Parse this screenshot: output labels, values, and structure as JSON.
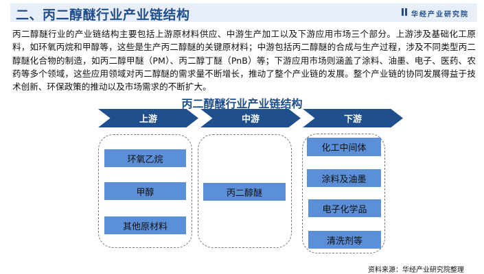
{
  "header": {
    "title": "二、丙二醇醚行业产业链结构",
    "brand": "华经产业研究院"
  },
  "intro": "丙二醇醚行业的产业链结构主要包括上游原材料供应、中游生产加工以及下游应用市场三个部分。上游涉及基础化工原料，如环氧丙烷和甲醇等，这些是生产丙二醇醚的关键原材料；中游包括丙二醇醚的合成与生产过程，涉及不同类型丙二醇醚化合物的制造，如丙二醇甲醚（PM）、丙二醇丁醚（PnB）等；下游应用市场则涵盖了涂料、油墨、电子、医药、农药等多个领域，这些应用领域对丙二醇醚的需求量不断增长，推动了整个产业链的发展。整个产业链的协同发展得益于技术创新、环保政策的推动以及市场需求的不断扩大。",
  "diagram": {
    "title": "丙二醇醚行业产业链结构",
    "stages": [
      {
        "label": "上游",
        "items": [
          "环氧乙烷",
          "甲醇",
          "其他原材料"
        ]
      },
      {
        "label": "中游",
        "items": [
          "丙二醇醚"
        ]
      },
      {
        "label": "下游",
        "items": [
          "化工中间体",
          "涂料及油墨",
          "电子化学品",
          "清洗剂等"
        ]
      }
    ],
    "colors": {
      "chevron": "#1f4f8d",
      "box": "#5b8fd8"
    }
  },
  "footer": {
    "source": "资料来源：华经产业研究院整理"
  }
}
